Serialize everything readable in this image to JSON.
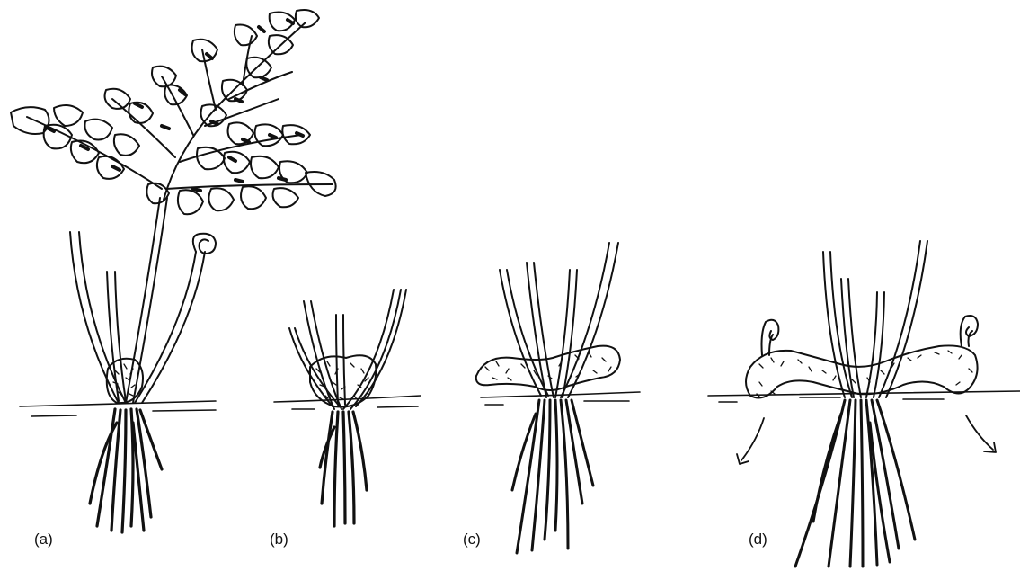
{
  "panels": [
    {
      "id": "a",
      "label": "(a)"
    },
    {
      "id": "b",
      "label": "(b)"
    },
    {
      "id": "c",
      "label": "(c)"
    },
    {
      "id": "d",
      "label": "(d)"
    }
  ],
  "colors": {
    "ink": "#111111",
    "background": "#ffffff"
  }
}
